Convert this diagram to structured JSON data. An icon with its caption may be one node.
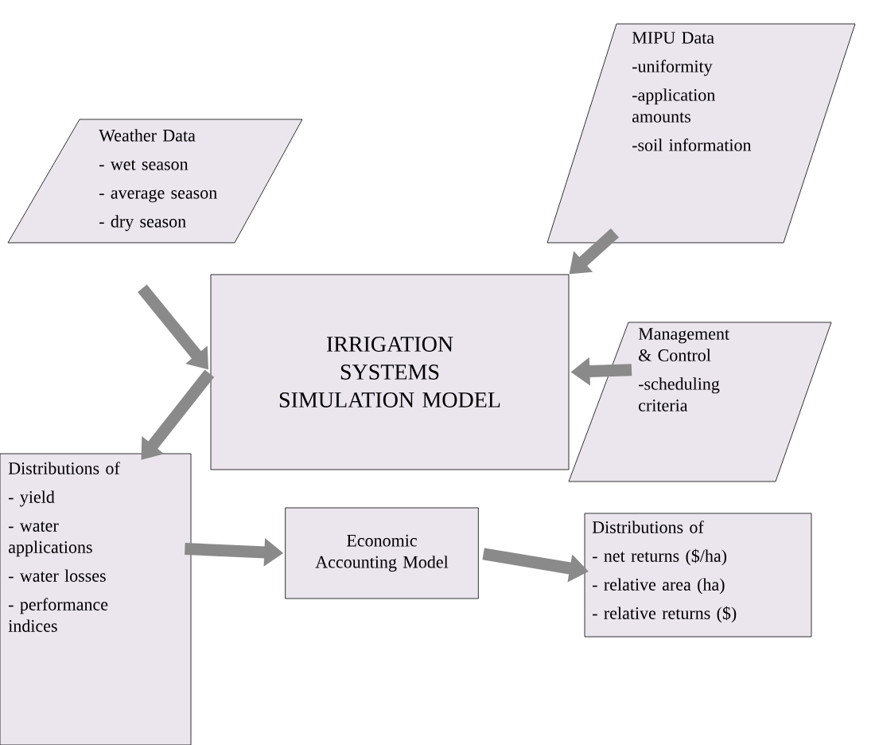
{
  "diagram": {
    "nodes": [
      {
        "text": [
          "Weather Data",
          "- wet season",
          "- average season",
          "- dry season"
        ]
      },
      {
        "text": [
          "MIPU Data",
          "-uniformity",
          "-application amounts",
          "-soil information"
        ]
      },
      {
        "text": [
          "IRRIGATION SYSTEMS SIMULATION MODEL"
        ]
      },
      {
        "text": [
          "Management & Control",
          "-scheduling criteria"
        ]
      },
      {
        "text": [
          "Distributions of",
          "- yield",
          "- water applications",
          "- water losses",
          "- performance indices"
        ]
      },
      {
        "text": [
          "Economic Accounting Model"
        ]
      },
      {
        "text": [
          "Distributions of",
          "- net returns ($/ha)",
          "- relative area (ha)",
          "- relative returns ($)"
        ]
      }
    ],
    "edges": [
      {
        "from": 0,
        "to": 2,
        "arrow": "to",
        "color": "#8a8a8a"
      },
      {
        "from": 1,
        "to": 2,
        "arrow": "to",
        "color": "#8a8a8a"
      },
      {
        "from": 3,
        "to": 2,
        "arrow": "to",
        "color": "#8a8a8a"
      },
      {
        "from": 2,
        "to": 4,
        "arrow": "to",
        "color": "#8a8a8a"
      },
      {
        "from": 4,
        "to": 5,
        "arrow": "to",
        "color": "#8a8a8a"
      },
      {
        "from": 5,
        "to": 6,
        "arrow": "to",
        "color": "#8a8a8a"
      }
    ]
  }
}
